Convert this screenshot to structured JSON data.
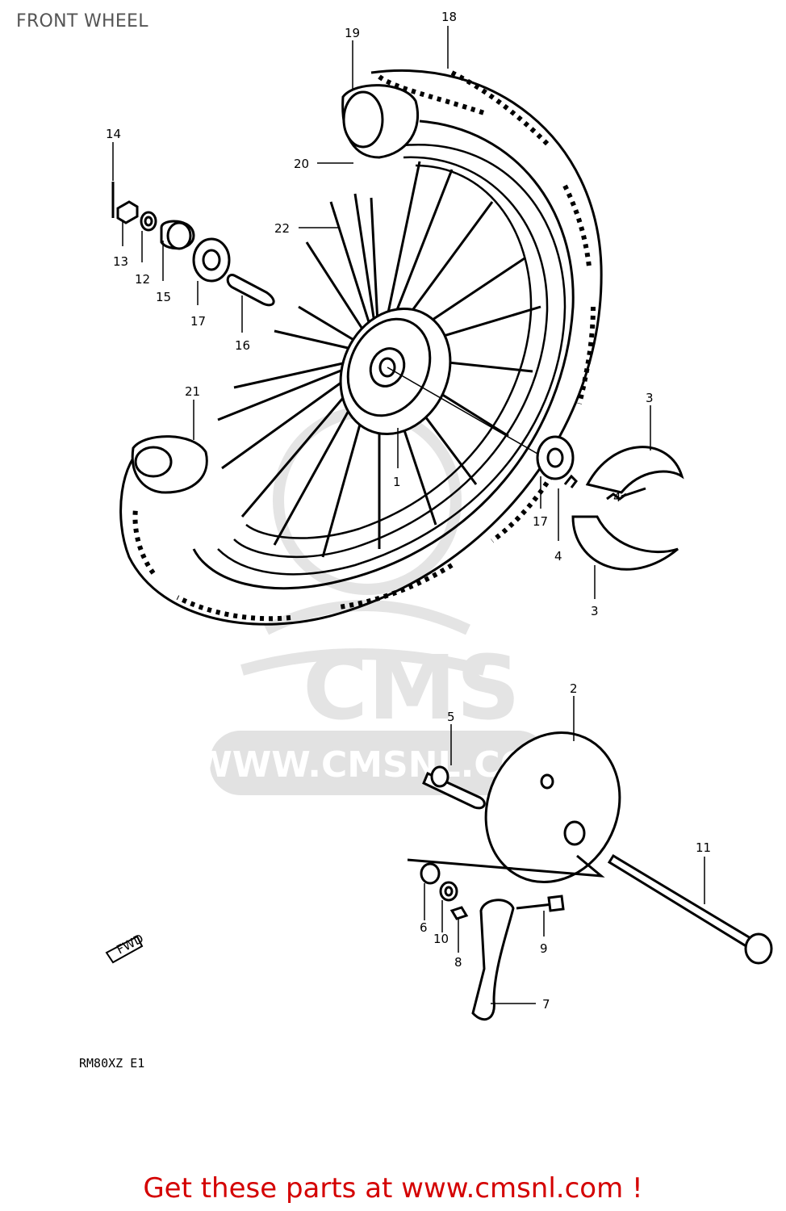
{
  "title": "FRONT WHEEL",
  "model_code": "RM80XZ E1",
  "fwd_label": "FWD",
  "watermark": {
    "logo_text": "CMS",
    "url_text": "WWW.CMSNL.COM"
  },
  "footer": {
    "text": "Get these parts at www.cmsnl.com !"
  },
  "callouts": [
    "1",
    "2",
    "3",
    "3",
    "4",
    "4",
    "5",
    "6",
    "7",
    "8",
    "9",
    "10",
    "11",
    "12",
    "13",
    "14",
    "15",
    "16",
    "17",
    "17",
    "18",
    "19",
    "20",
    "21",
    "22"
  ],
  "colors": {
    "title": "#555555",
    "footer": "#d40000",
    "watermark": "#e2e2e2",
    "line": "#000000"
  }
}
